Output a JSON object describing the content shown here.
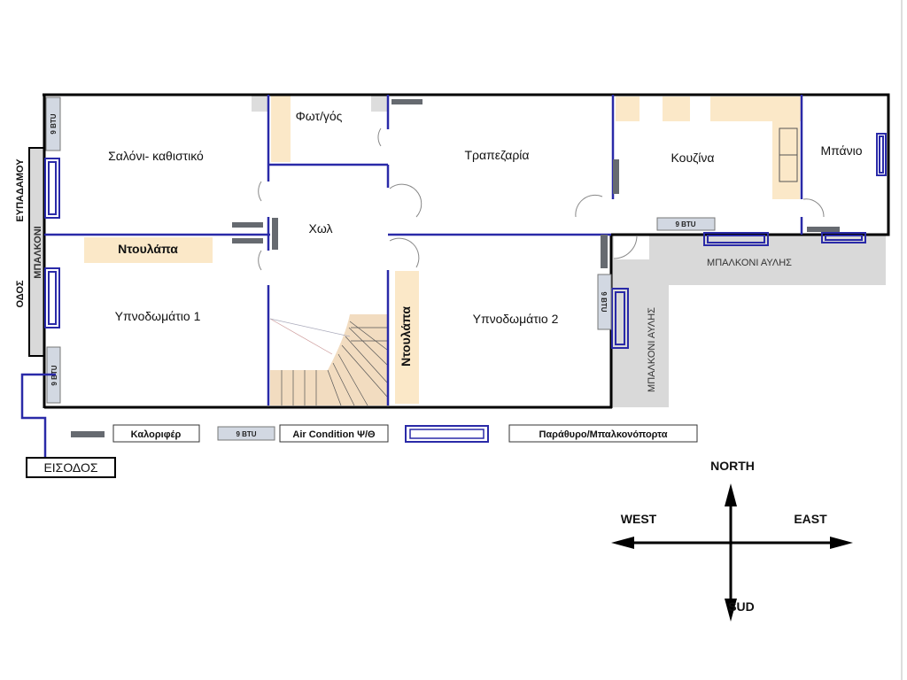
{
  "rooms": {
    "living": "Σαλόνι- καθιστικό",
    "light_well": "Φωτ/γός",
    "dining": "Τραπεζαρία",
    "kitchen": "Κουζίνα",
    "bathroom": "Μπάνιο",
    "hall": "Χωλ",
    "bedroom1": "Υπνοδωμάτιο 1",
    "bedroom2": "Υπνοδωμάτιο 2",
    "wardrobe1": "Ντουλάπα",
    "wardrobe2": "Ντουλάπα"
  },
  "balconies": {
    "front": "ΜΠΑΛΚΟΝΙ",
    "yard_horizontal": "ΜΠΑΛΚΟΝΙ ΑΥΛΗΣ",
    "yard_vertical": "ΜΠΑΛΚΟΝΙ ΑΥΛΗΣ"
  },
  "street": {
    "line1": "ΟΔΟΣ",
    "line2": "ΕΥΠΑΔΑΜΟΥ"
  },
  "entrance": "ΕΙΣΟΔΟΣ",
  "ac_units": [
    "9 BTU",
    "9 BTU",
    "9 BTU",
    "9 BTU"
  ],
  "legend": {
    "radiator": "Καλοριφέρ",
    "ac_sample": "9 BTU",
    "ac": "Air Condition Ψ/Θ",
    "window": "Παράθυρο/Μπαλκονόπορτα"
  },
  "compass": {
    "north": "NORTH",
    "south": "SUD",
    "east": "EAST",
    "west": "WEST"
  },
  "colors": {
    "wall": "#000000",
    "interior_wall": "#2a2aa8",
    "furniture": "#fbe8c8",
    "balcony": "#d9d9d9",
    "radiator": "#666a70",
    "ac": "#d2d8e2"
  }
}
